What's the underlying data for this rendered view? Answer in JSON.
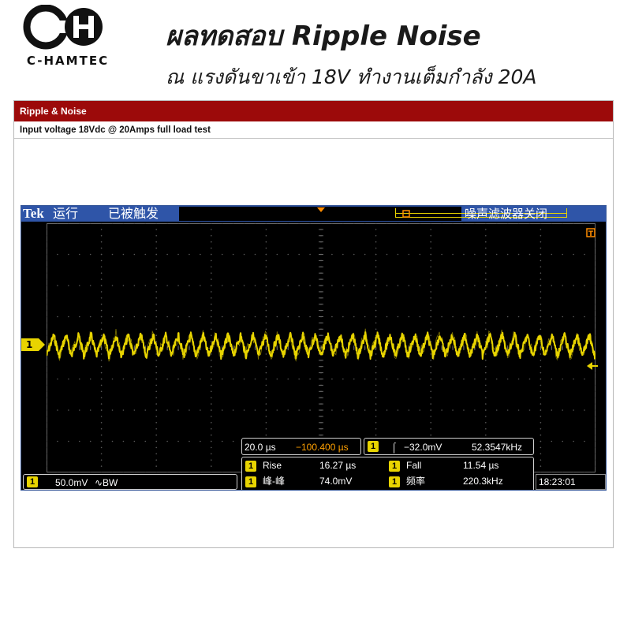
{
  "header": {
    "logo_text": "C-HAMTEC",
    "title_line1": "ผลทดสอบ Ripple Noise",
    "title_line2": "ณ แรงดันขาเข้า 18V ทำงานเต็มกำลัง 20A"
  },
  "panel": {
    "heading": "Ripple & Noise",
    "subheading": "Input voltage 18Vdc @ 20Amps full load test"
  },
  "scope": {
    "brand": "Tek",
    "run_state": "运行",
    "trigger_state": "已被触发",
    "noise_filter": "噪声滤波器关闭",
    "channel_marker": "1",
    "time_per_div": "20.0 µs",
    "horizontal_position": "−100.400 µs",
    "trigger_channel": "1",
    "trigger_slope": "⌠",
    "trigger_level": "−32.0mV",
    "trigger_freq": "52.3547kHz",
    "channel_scale": "50.0mV",
    "channel_coupling": "∿BW",
    "clock": "18:23:01",
    "measurements": [
      {
        "ch": "1",
        "label": "Rise",
        "value": "16.27 µs"
      },
      {
        "ch": "1",
        "label": "Fall",
        "value": "11.54 µs"
      },
      {
        "ch": "1",
        "label": "峰-峰",
        "value": "74.0mV"
      },
      {
        "ch": "1",
        "label": "频率",
        "value": "220.3kHz"
      }
    ],
    "trace_color": "#e8d400",
    "screen_color": "#000000",
    "bar_color": "#2f55a8"
  },
  "colors": {
    "panel_header": "#9c0a0a"
  }
}
